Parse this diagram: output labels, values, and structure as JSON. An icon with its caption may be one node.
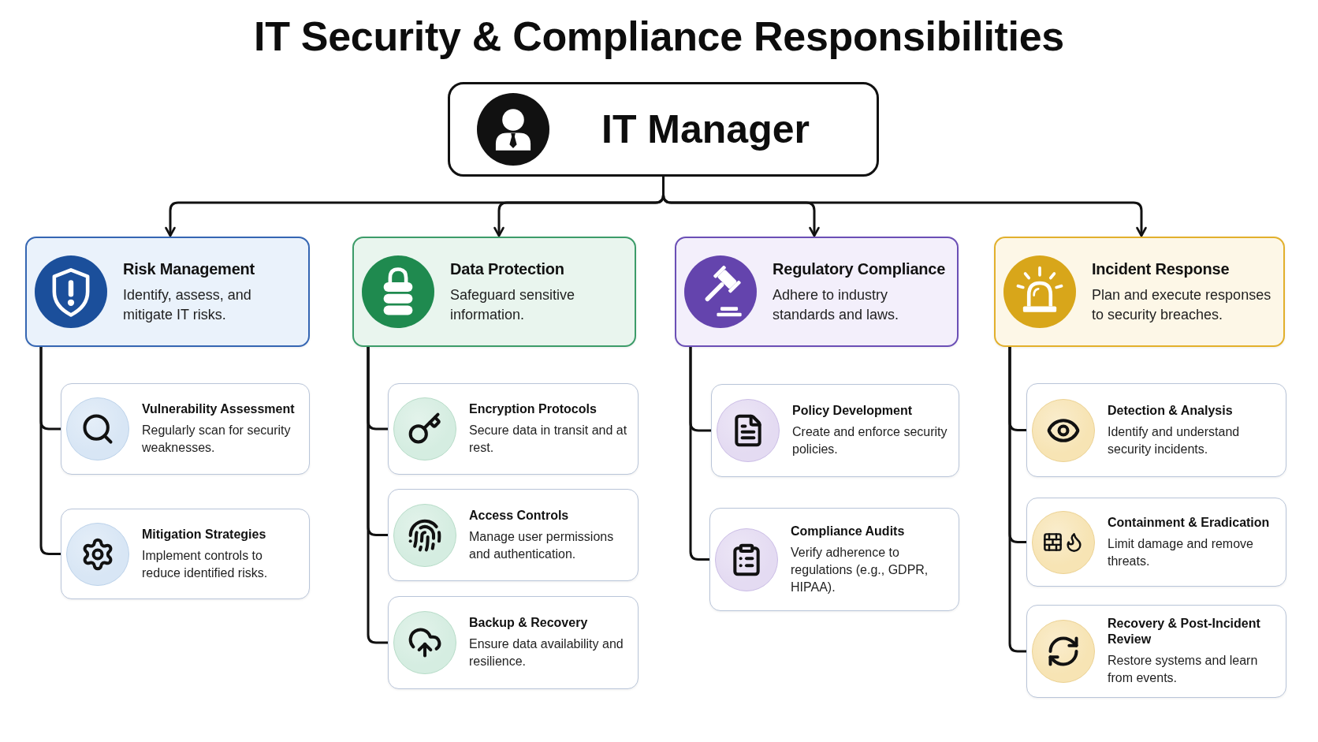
{
  "diagram": {
    "title": "IT Security & Compliance Responsibilities",
    "nodes": [
      {
        "text": [
          "IT Manager"
        ]
      },
      {
        "text": [
          "Risk Management",
          "Identify, assess, and mitigate IT risks."
        ]
      },
      {
        "text": [
          "Vulnerability Assessment",
          "Regularly scan for security weaknesses."
        ]
      },
      {
        "text": [
          "Mitigation Strategies",
          "Implement controls to reduce identified risks."
        ]
      },
      {
        "text": [
          "Data Protection",
          "Safeguard sensitive information."
        ]
      },
      {
        "text": [
          "Encryption Protocols",
          "Secure data in transit and at rest."
        ]
      },
      {
        "text": [
          "Access Controls",
          "Manage user permissions and authentication."
        ]
      },
      {
        "text": [
          "Backup & Recovery",
          "Ensure data availability and resilience."
        ]
      },
      {
        "text": [
          "Regulatory Compliance",
          "Adhere to industry standards and laws."
        ]
      },
      {
        "text": [
          "Policy Development",
          "Create and enforce security policies."
        ]
      },
      {
        "text": [
          "Compliance Audits",
          "Verify adherence to regulations (e.g., GDPR, HIPAA)."
        ]
      },
      {
        "text": [
          "Incident Response",
          "Plan and execute responses to security breaches."
        ]
      },
      {
        "text": [
          "Detection & Analysis",
          "Identify and understand security incidents."
        ]
      },
      {
        "text": [
          "Containment & Eradication",
          "Limit damage and remove threats."
        ]
      },
      {
        "text": [
          "Recovery & Post-Incident Review",
          "Restore systems and learn from events."
        ]
      }
    ],
    "edges": [
      {
        "from": 0,
        "to": 1,
        "arrow": "to"
      },
      {
        "from": 0,
        "to": 4,
        "arrow": "to"
      },
      {
        "from": 0,
        "to": 8,
        "arrow": "to"
      },
      {
        "from": 0,
        "to": 11,
        "arrow": "to"
      },
      {
        "from": 1,
        "to": 2,
        "arrow": "none"
      },
      {
        "from": 1,
        "to": 3,
        "arrow": "none"
      },
      {
        "from": 4,
        "to": 5,
        "arrow": "none"
      },
      {
        "from": 4,
        "to": 6,
        "arrow": "none"
      },
      {
        "from": 4,
        "to": 7,
        "arrow": "none"
      },
      {
        "from": 8,
        "to": 9,
        "arrow": "none"
      },
      {
        "from": 8,
        "to": 10,
        "arrow": "none"
      },
      {
        "from": 11,
        "to": 12,
        "arrow": "none"
      },
      {
        "from": 11,
        "to": 13,
        "arrow": "none"
      },
      {
        "from": 11,
        "to": 14,
        "arrow": "none"
      }
    ]
  }
}
